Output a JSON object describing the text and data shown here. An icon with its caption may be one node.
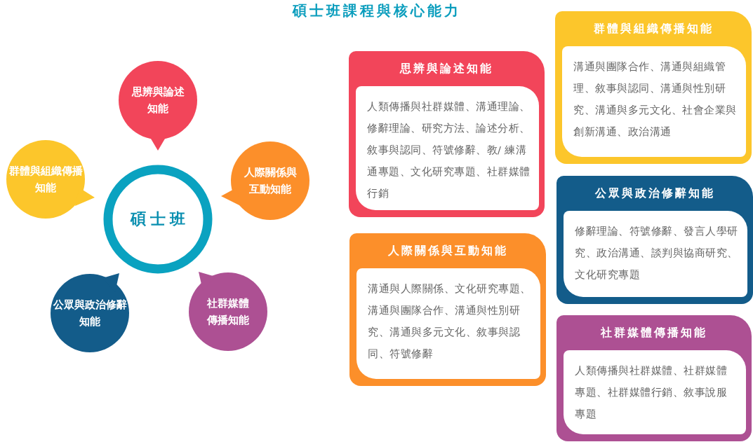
{
  "diagram": {
    "title": "碩士班課程與核心能力",
    "nodes": [
      {
        "text": [
          "碩士班"
        ]
      },
      {
        "text": [
          "思辨與論述知能"
        ]
      },
      {
        "text": [
          "群體與組織傳播知能"
        ]
      },
      {
        "text": [
          "人際關係與互動知能"
        ]
      },
      {
        "text": [
          "公眾與政治修辭知能"
        ]
      },
      {
        "text": [
          "社群媒體傳播知能"
        ]
      },
      {
        "text": [
          "思辨與論述知能",
          "人類傳播與社群媒體、溝通理論、修辭理論、研究方法、論述分析、敘事與認同、符號修辭、教/ 練溝通專題、文化研究專題、社群媒體行銷"
        ]
      },
      {
        "text": [
          "群體與組織傳播知能",
          "溝通與團隊合作、溝通與組織管理、敘事與認同、溝通與性別研究、溝通與多元文化、社會企業與創新溝通、政治溝通"
        ]
      },
      {
        "text": [
          "人際關係與互動知能",
          "溝通與人際關係、文化研究專題、溝通與團隊合作、溝通與性別研究、溝通與多元文化、敘事與認同、符號修辭"
        ]
      },
      {
        "text": [
          "公眾與政治修辭知能",
          "修辭理論、符號修辭、發言人學研究、政治溝通、談判與協商研究、文化研究專題"
        ]
      },
      {
        "text": [
          "社群媒體傳播知能",
          "人類傳播與社群媒體、社群媒體專題、社群媒體行銷、敘事說服專題"
        ]
      }
    ]
  }
}
